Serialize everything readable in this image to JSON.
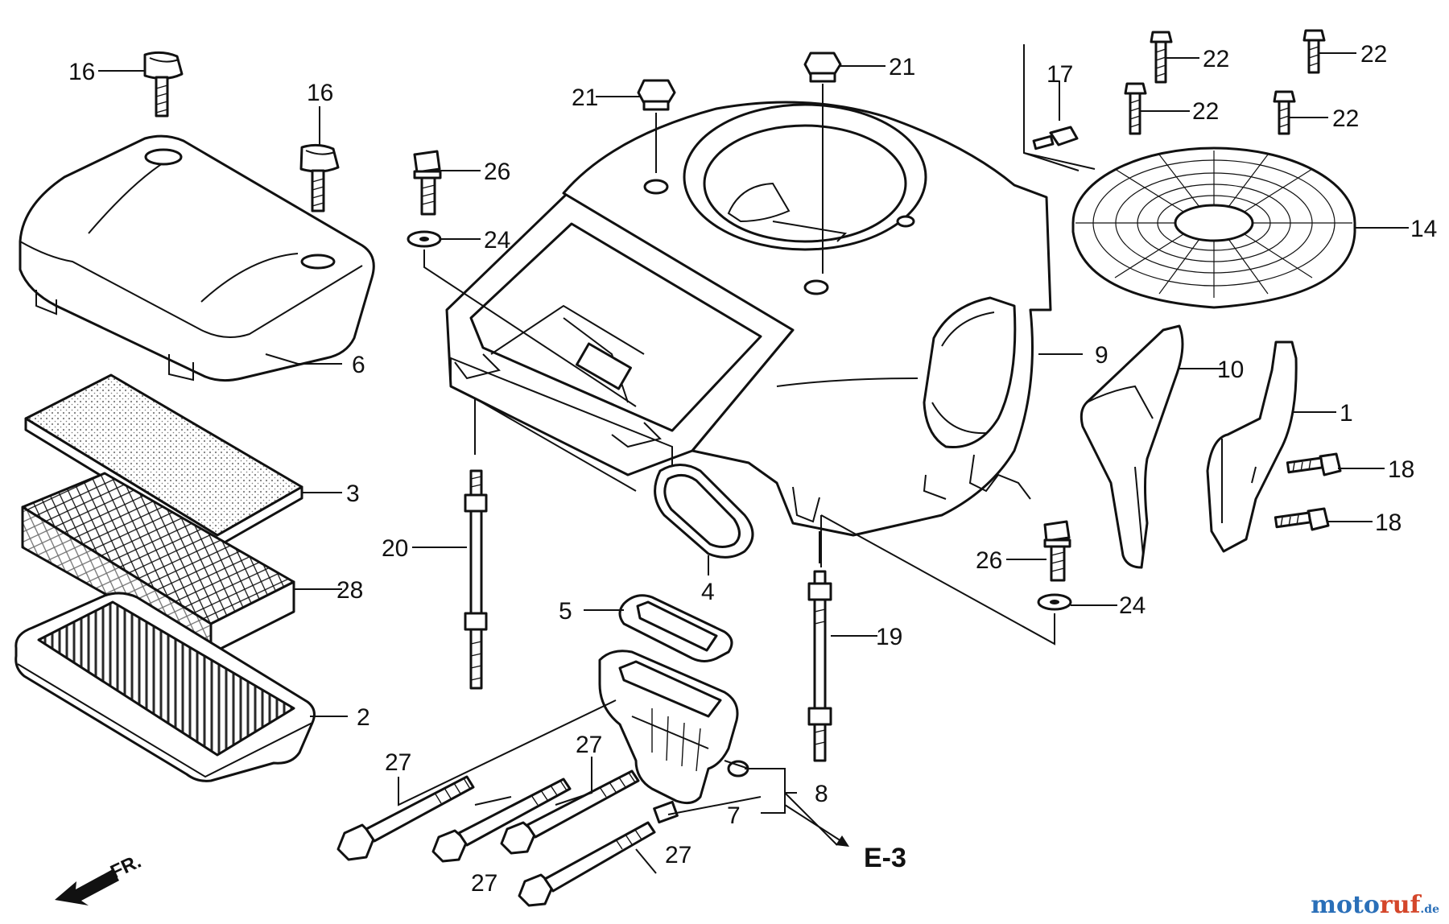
{
  "callouts": [
    {
      "id": "c16a",
      "label": "16"
    },
    {
      "id": "c16b",
      "label": "16"
    },
    {
      "id": "c6",
      "label": "6"
    },
    {
      "id": "c3",
      "label": "3"
    },
    {
      "id": "c28",
      "label": "28"
    },
    {
      "id": "c2",
      "label": "2"
    },
    {
      "id": "c21a",
      "label": "21"
    },
    {
      "id": "c21b",
      "label": "21"
    },
    {
      "id": "c26a",
      "label": "26"
    },
    {
      "id": "c24a",
      "label": "24"
    },
    {
      "id": "c20",
      "label": "20"
    },
    {
      "id": "c4",
      "label": "4"
    },
    {
      "id": "c5",
      "label": "5"
    },
    {
      "id": "c27a",
      "label": "27"
    },
    {
      "id": "c27b",
      "label": "27"
    },
    {
      "id": "c27c",
      "label": "27"
    },
    {
      "id": "c27d",
      "label": "27"
    },
    {
      "id": "c7",
      "label": "7"
    },
    {
      "id": "c8",
      "label": "8"
    },
    {
      "id": "c19",
      "label": "19"
    },
    {
      "id": "c26b",
      "label": "26"
    },
    {
      "id": "c24b",
      "label": "24"
    },
    {
      "id": "c9",
      "label": "9"
    },
    {
      "id": "c17",
      "label": "17"
    },
    {
      "id": "c22a",
      "label": "22"
    },
    {
      "id": "c22b",
      "label": "22"
    },
    {
      "id": "c22c",
      "label": "22"
    },
    {
      "id": "c22d",
      "label": "22"
    },
    {
      "id": "c14",
      "label": "14"
    },
    {
      "id": "c10",
      "label": "10"
    },
    {
      "id": "c1",
      "label": "1"
    },
    {
      "id": "c18a",
      "label": "18"
    },
    {
      "id": "c18b",
      "label": "18"
    }
  ],
  "reference": "E-3",
  "front_marker": "FR.",
  "watermark": {
    "part1": "moto",
    "part2": "ruf",
    "part3": ".de"
  }
}
